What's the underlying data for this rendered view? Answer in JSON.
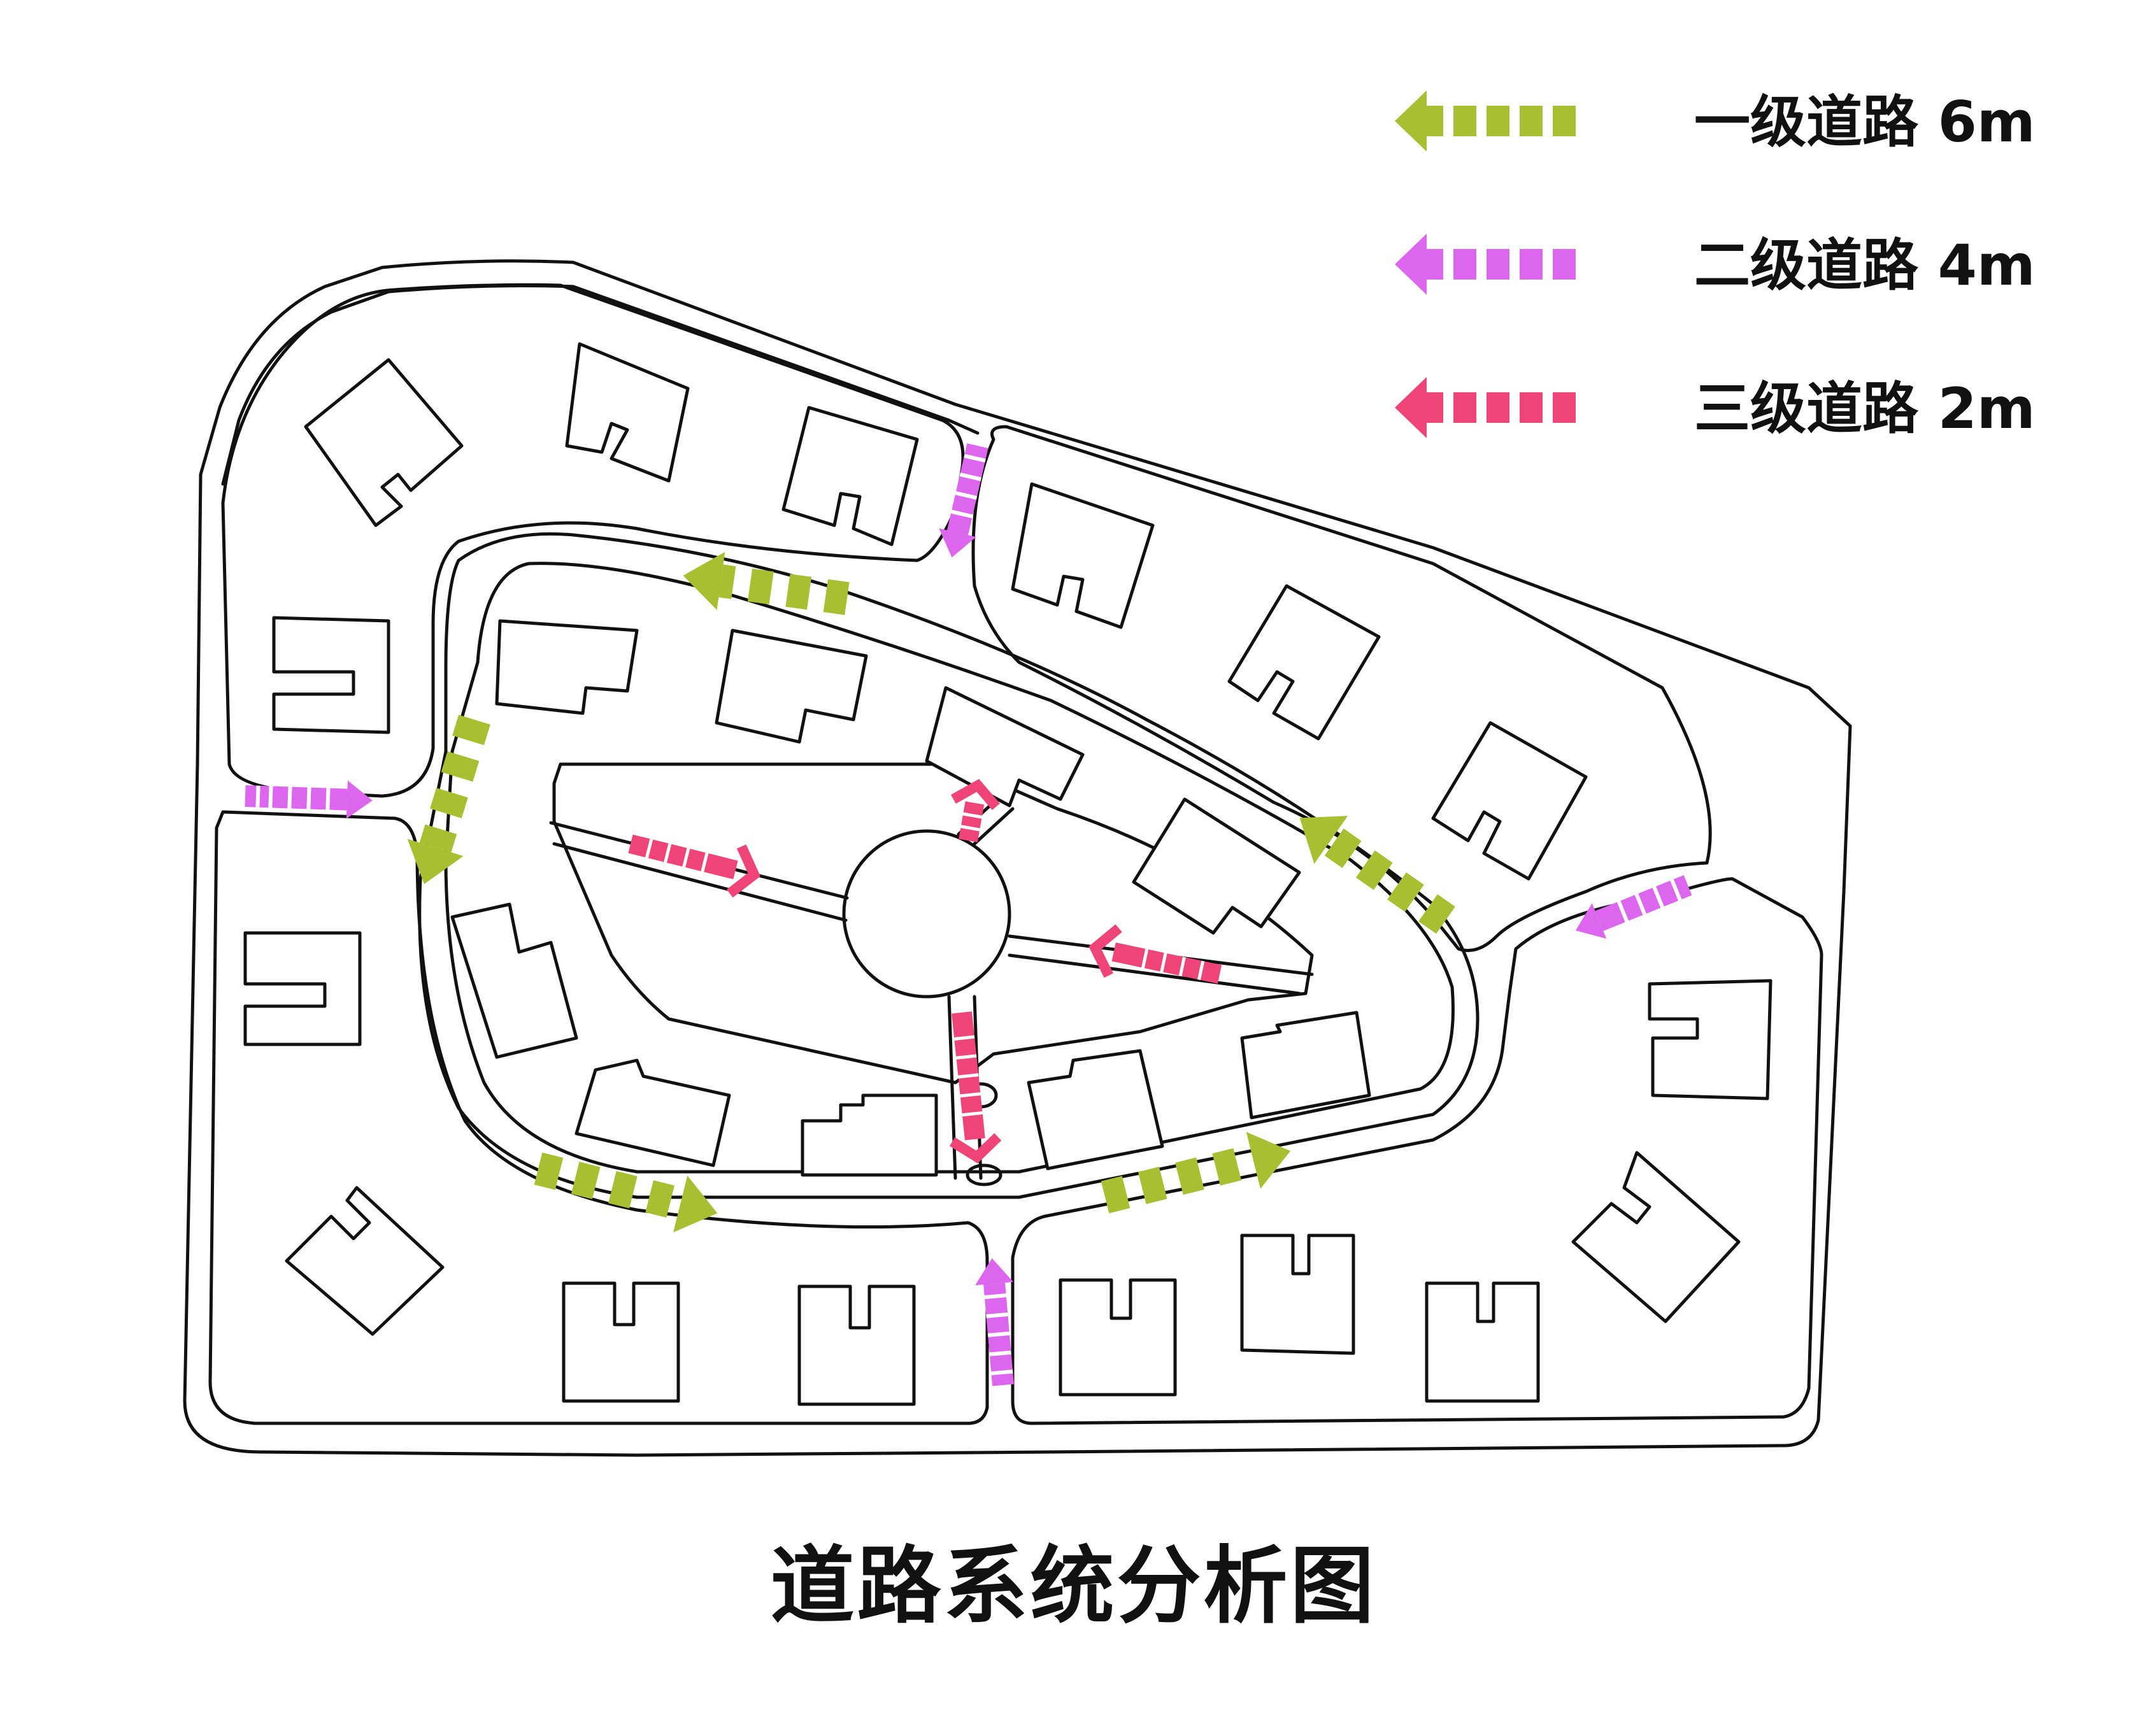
{
  "title": "道路系统分析图",
  "legend": [
    {
      "label": "一级道路 6m",
      "color": "#a8bf32",
      "icon": "arrow-dashed-icon"
    },
    {
      "label": "二级道路 4m",
      "color": "#dd66ee",
      "icon": "arrow-dashed-icon"
    },
    {
      "label": "三级道路 2m",
      "color": "#ee4477",
      "icon": "arrow-dashed-icon"
    }
  ],
  "colors": {
    "primary": "#a8bf32",
    "secondary": "#dd66ee",
    "tertiary": "#ee4477",
    "line": "#111111"
  }
}
